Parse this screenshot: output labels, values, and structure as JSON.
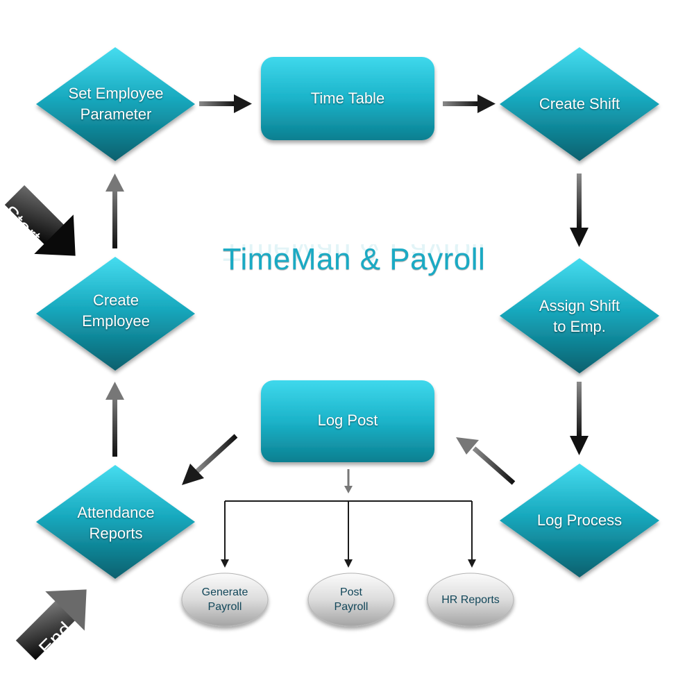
{
  "title": "TimeMan & Payroll",
  "nodes": {
    "set_employee_parameter": "Set Employee\nParameter",
    "time_table": "Time Table",
    "create_shift": "Create Shift",
    "assign_shift": "Assign Shift\nto Emp.",
    "log_process": "Log Process",
    "log_post": "Log Post",
    "attendance_reports": "Attendance\nReports",
    "create_employee": "Create\nEmployee"
  },
  "outputs": {
    "generate_payroll": "Generate\nPayroll",
    "post_payroll": "Post\nPayroll",
    "hr_reports": "HR Reports"
  },
  "markers": {
    "start": "Start",
    "end": "End"
  },
  "colors": {
    "teal_light": "#3fd6ea",
    "teal_mid": "#149eb4",
    "teal_dark": "#0a6776",
    "title": "#1aaac4",
    "connector": "#222222",
    "oval_text": "#12475a"
  }
}
